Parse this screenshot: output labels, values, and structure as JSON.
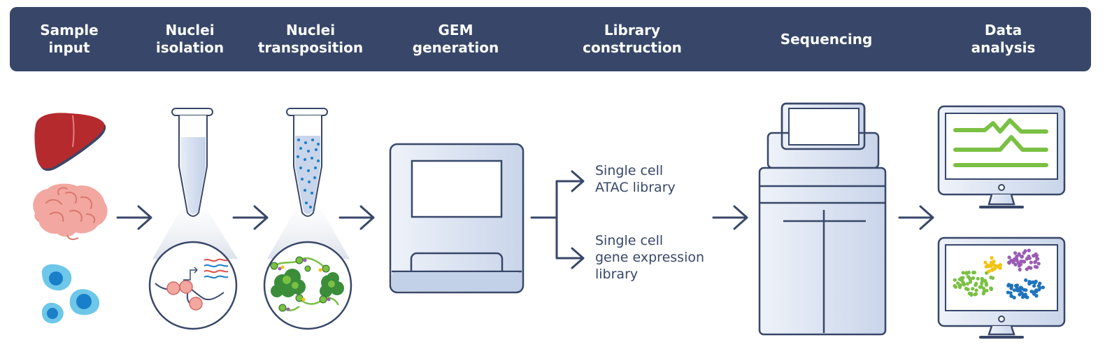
{
  "header": {
    "steps": [
      {
        "label": "Sample\ninput"
      },
      {
        "label": "Nuclei\nisolation"
      },
      {
        "label": "Nuclei\ntransposition"
      },
      {
        "label": "GEM\ngeneration"
      },
      {
        "label": "Library\nconstruction"
      },
      {
        "label": "Sequencing"
      },
      {
        "label": "Data\nanalysis"
      }
    ]
  },
  "libraries": {
    "atac": "Single cell\nATAC library",
    "gex": "Single cell\ngene expression\nlibrary"
  },
  "icons": [
    "liver-icon",
    "brain-icon",
    "cells-icon",
    "tube-icon",
    "zoom-lens-icon",
    "tube-dots-icon",
    "instrument-icon",
    "sequencer-icon",
    "monitor-icon",
    "arrow-icon"
  ],
  "colors": {
    "header_bg": "#384769",
    "header_text": "#ffffff",
    "line": "#384769",
    "liver": "#b52a2d",
    "brain": "#f2a7a0",
    "cell": "#6ec7e8",
    "nucleus": "#1a7fc9",
    "plot_green": "#7ac043",
    "cluster_yellow": "#f4c312",
    "cluster_purple": "#9a5cb4",
    "cluster_blue": "#1e73be",
    "tube_fill": "#c8d5ea"
  }
}
